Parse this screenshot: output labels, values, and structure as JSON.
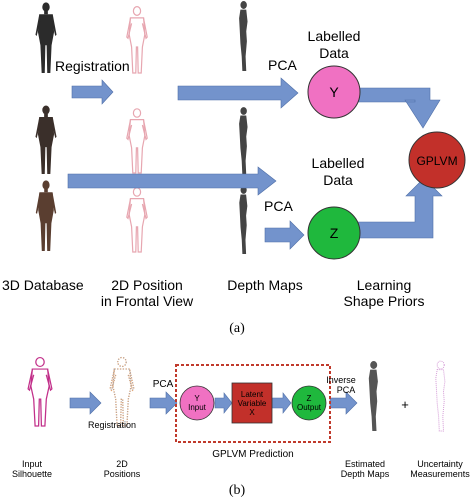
{
  "panel_a": {
    "registration_label": "Registration",
    "pca_label_top": "PCA",
    "pca_label_bottom": "PCA",
    "labelled_top": [
      "Labelled",
      "Data"
    ],
    "labelled_bottom": [
      "Labelled",
      "Data"
    ],
    "node_y": "Y",
    "node_z": "Z",
    "node_gplvm": "GPLVM",
    "col_3d": "3D Database",
    "col_2d": [
      "2D Position",
      "in Frontal View"
    ],
    "col_depth": "Depth Maps",
    "col_learning": [
      "Learning",
      "Shape Priors"
    ],
    "caption": "(a)",
    "colors": {
      "arrow": "#7393cc",
      "node_y": "#f071c2",
      "node_z": "#1fb83d",
      "node_gplvm": "#c2302a"
    }
  },
  "panel_b": {
    "input_label": [
      "Input",
      "Silhouette"
    ],
    "registration_label": "Registration",
    "positions_label": [
      "2D",
      "Positions"
    ],
    "pca_label": "PCA",
    "y_input": [
      "Y",
      "Input"
    ],
    "latent": [
      "Latent",
      "Variable",
      "X"
    ],
    "z_output": [
      "Z",
      "Output"
    ],
    "gplvm_prediction": "GPLVM Prediction",
    "inverse_pca": [
      "Inverse",
      "PCA"
    ],
    "plus": "+",
    "estimated": [
      "Estimated",
      "Depth Maps"
    ],
    "uncertainty": [
      "Uncertainty",
      "Measurements"
    ],
    "caption": "(b)",
    "colors": {
      "box_border": "#c0392b",
      "latent": "#c2302a",
      "y": "#f071c2",
      "z": "#1fb83d"
    }
  }
}
